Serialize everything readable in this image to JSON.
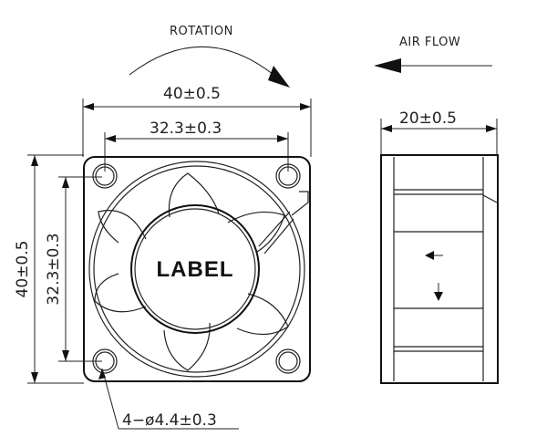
{
  "labels": {
    "rotation": "ROTATION",
    "air_flow": "AIR FLOW",
    "hub_label": "LABEL"
  },
  "dimensions": {
    "overall_width": "40±0.5",
    "hole_spacing_horizontal": "32.3±0.3",
    "overall_height": "40±0.5",
    "hole_spacing_vertical": "32.3±0.3",
    "depth": "20±0.5",
    "mounting_holes": "4−ø4.4±0.3"
  },
  "colors": {
    "line": "#222222",
    "background": "#ffffff"
  }
}
